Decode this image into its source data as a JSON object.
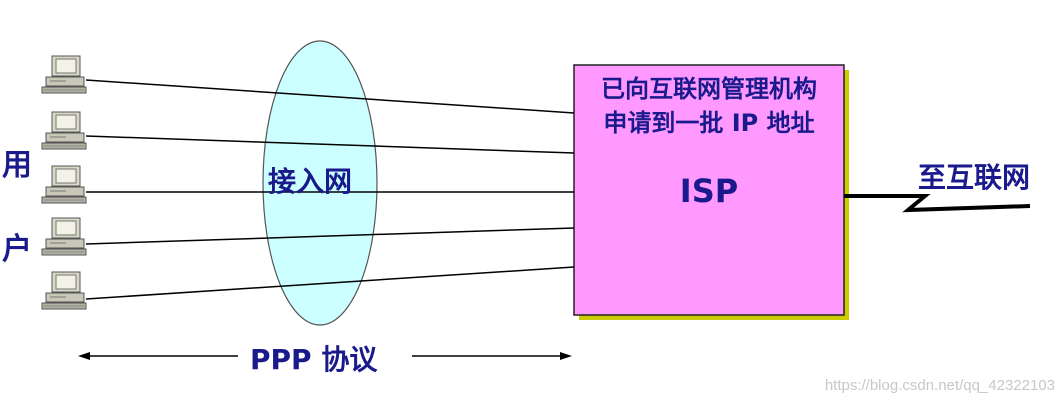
{
  "diagram": {
    "users_label_top": "用",
    "users_label_bottom": "户",
    "access_network_label": "接入网",
    "isp_note_line1": "已向互联网管理机构",
    "isp_note_line2": "申请到一批 IP 地址",
    "isp_label": "ISP",
    "internet_label": "至互联网",
    "protocol_label": "PPP 协议",
    "computer_count": 5,
    "colors": {
      "text": "#1a1a8c",
      "isp_fill": "#ff99ff",
      "isp_shadow": "#cccc00",
      "ellipse_fill": "#ccffff",
      "line": "#000000"
    }
  },
  "watermark": "https://blog.csdn.net/qq_42322103"
}
